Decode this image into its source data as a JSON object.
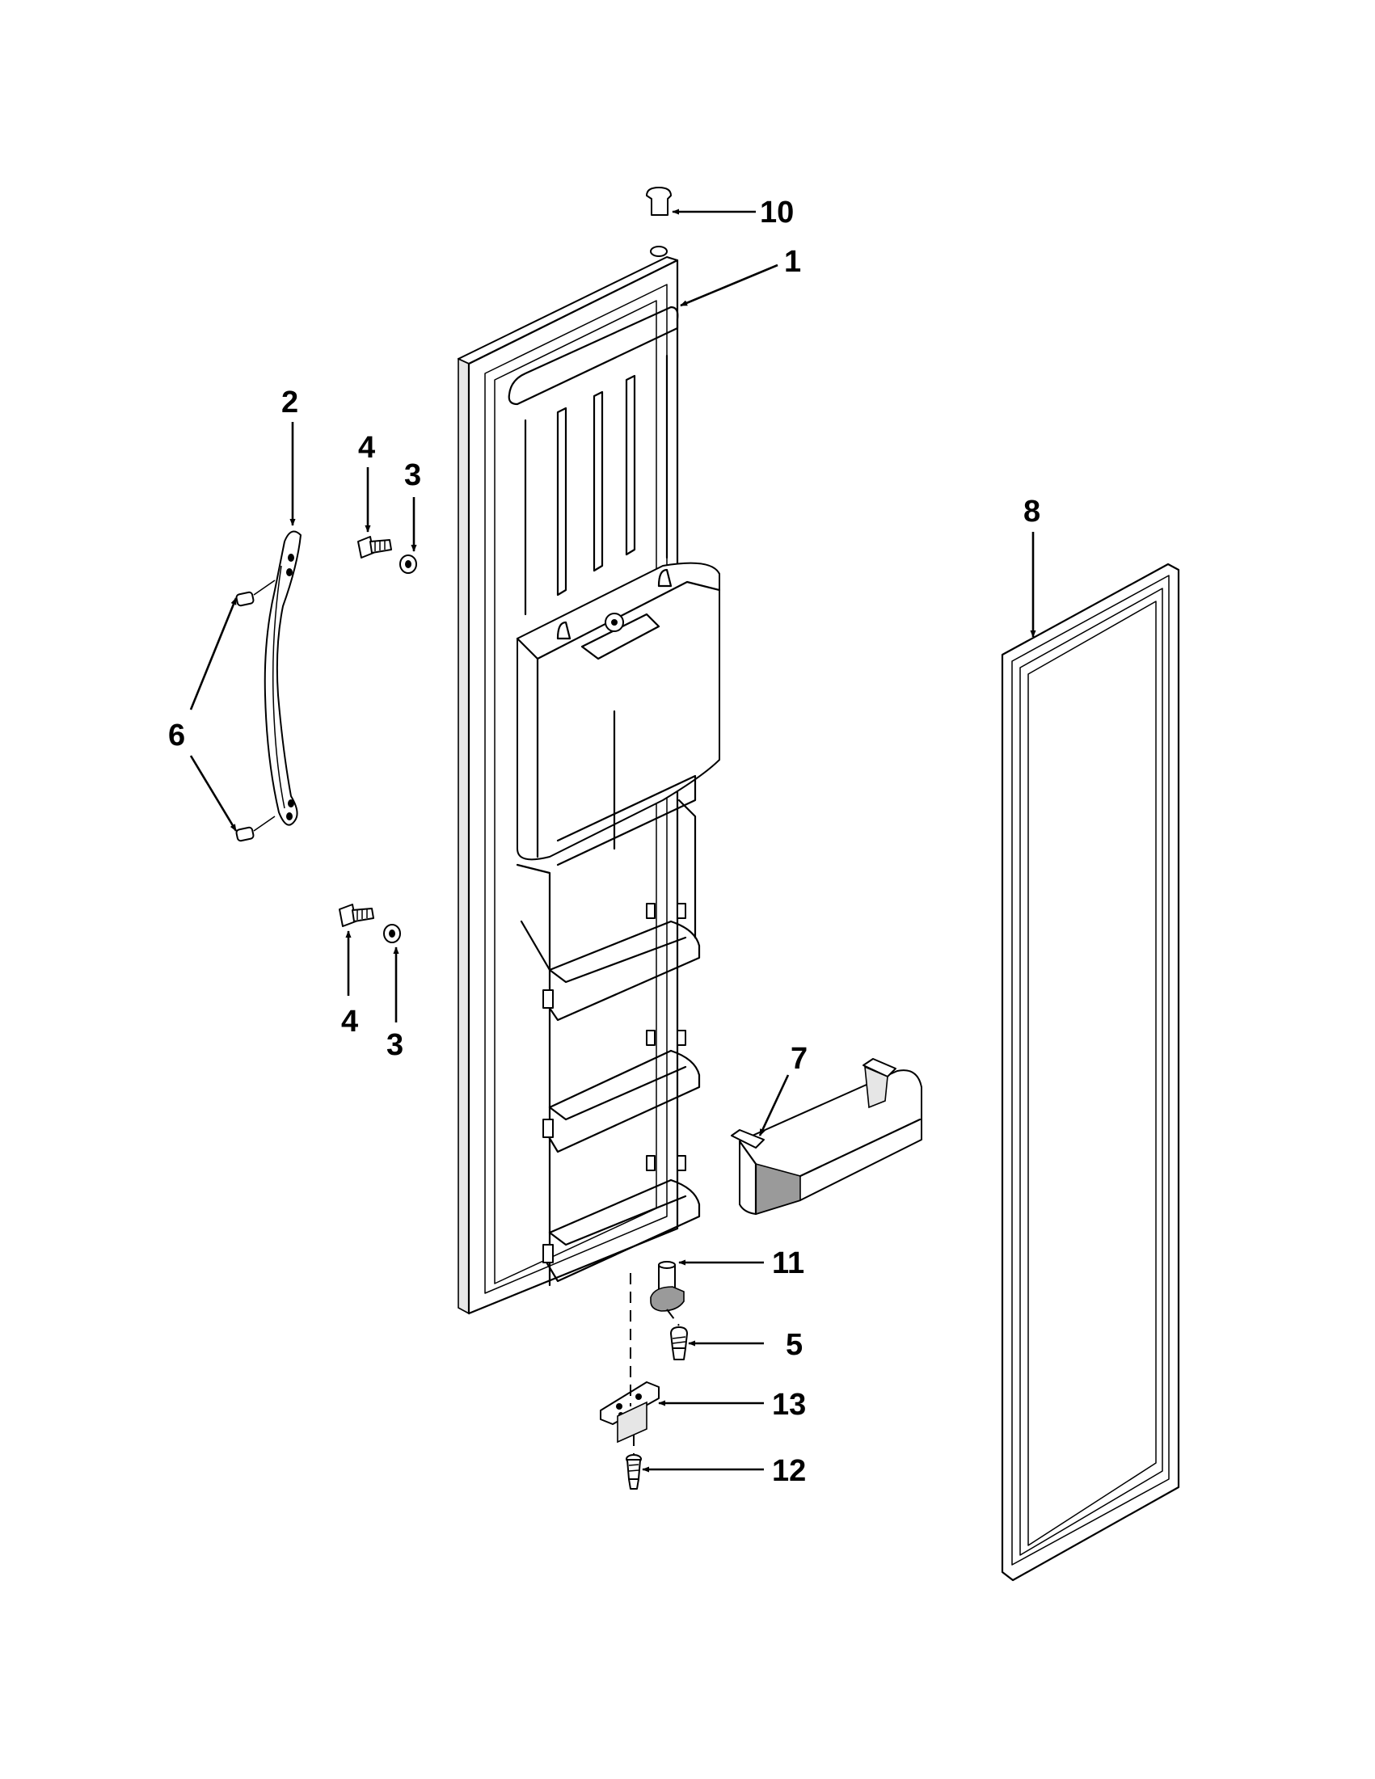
{
  "diagram": {
    "callouts": [
      {
        "id": "c10",
        "label": "10",
        "part": "door cap plug"
      },
      {
        "id": "c1",
        "label": "1",
        "part": "freezer door"
      },
      {
        "id": "c2",
        "label": "2",
        "part": "door handle"
      },
      {
        "id": "c4a",
        "label": "4",
        "part": "handle screw (upper)"
      },
      {
        "id": "c3a",
        "label": "3",
        "part": "spacer (upper)"
      },
      {
        "id": "c8",
        "label": "8",
        "part": "door gasket"
      },
      {
        "id": "c6",
        "label": "6",
        "part": "handle mounting studs"
      },
      {
        "id": "c4b",
        "label": "4",
        "part": "handle screw (lower)"
      },
      {
        "id": "c3b",
        "label": "3",
        "part": "spacer (lower)"
      },
      {
        "id": "c7",
        "label": "7",
        "part": "door shelf bin"
      },
      {
        "id": "c11",
        "label": "11",
        "part": "hinge pin"
      },
      {
        "id": "c5",
        "label": "5",
        "part": "hinge screw"
      },
      {
        "id": "c13",
        "label": "13",
        "part": "lower hinge bracket"
      },
      {
        "id": "c12",
        "label": "12",
        "part": "bracket screw"
      }
    ]
  }
}
